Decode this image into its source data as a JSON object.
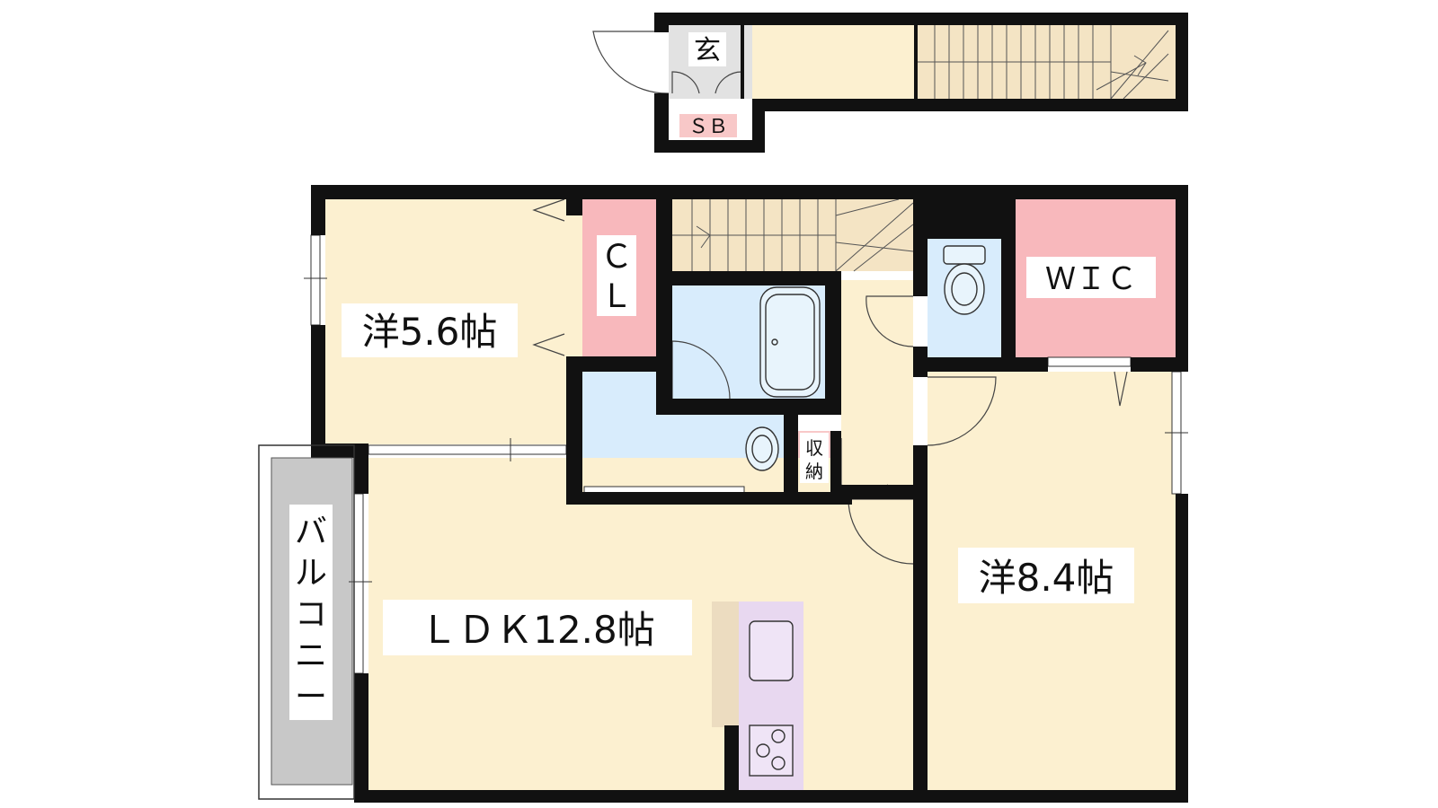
{
  "labels": {
    "entrance": "玄",
    "shoe_box": "ＳＢ",
    "closet_c": "Ｃ",
    "closet_l": "Ｌ",
    "walk_in_closet": "ＷＩＣ",
    "western_room_1": "洋5.6帖",
    "western_room_2": "洋8.4帖",
    "ldk": "ＬＤＫ12.8帖",
    "storage_1": "収",
    "storage_2": "納",
    "balcony_1": "バ",
    "balcony_2": "ル",
    "balcony_3": "コ",
    "balcony_4": "ニ",
    "balcony_5": "ー"
  },
  "colors": {
    "room_fill": "#fcf0d0",
    "closet_fill": "#f8b8bc",
    "wet_fill": "#d8ecfc",
    "kitchen_fill": "#e8d8f0",
    "balcony_fill": "#c8c8c8",
    "stair_fill": "#f4e4c4",
    "wall": "#111111"
  }
}
